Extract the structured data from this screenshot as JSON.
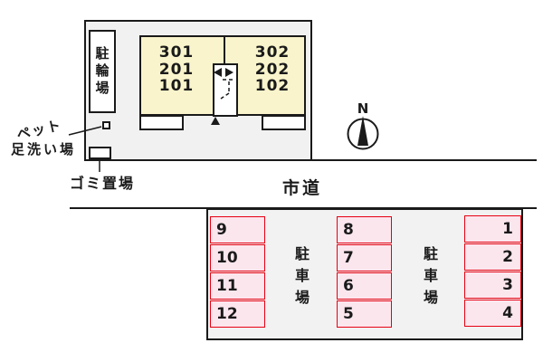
{
  "site": {
    "bicycle_parking": {
      "label": "駐輪場"
    },
    "pet_wash": {
      "label_line1": "ペット",
      "label_line2": "足洗い場"
    },
    "garbage": {
      "label": "ゴミ置場"
    },
    "building": {
      "left_stack": [
        "301",
        "201",
        "101"
      ],
      "right_stack": [
        "302",
        "202",
        "102"
      ]
    }
  },
  "road": {
    "label": "市道"
  },
  "compass": {
    "label": "N"
  },
  "parking": {
    "area_label": "駐車場",
    "columns": {
      "left": [
        "9",
        "10",
        "11",
        "12"
      ],
      "middle": [
        "8",
        "7",
        "6",
        "5"
      ],
      "right": [
        "1",
        "2",
        "3",
        "4"
      ]
    }
  },
  "colors": {
    "building_fill": "#F9F4CB",
    "site_fill": "#F1F1F1",
    "parking_lot_fill": "#F2F2F2",
    "parking_space_fill": "#FCE6EE",
    "parking_space_border": "#E60012",
    "line_color": "#1A1A1A"
  }
}
